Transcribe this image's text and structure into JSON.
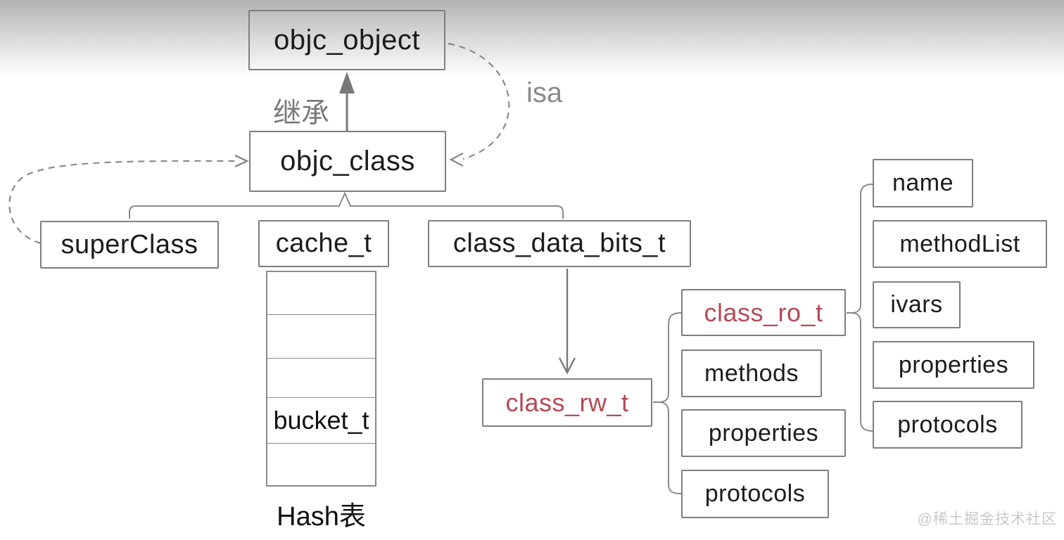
{
  "colors": {
    "accent": "#b34a56",
    "box-border": "#7e7e7e",
    "connector": "#8a8a8a",
    "arrow-solid": "#787878",
    "text": "#1c1c1c",
    "gray-label": "#7a7a7a",
    "watermark": "#c9c9c9",
    "bg-top": "#b3b3b3"
  },
  "nodes": {
    "objc_object": "objc_object",
    "objc_class": "objc_class",
    "superClass": "superClass",
    "cache_t": "cache_t",
    "class_data_bits_t": "class_data_bits_t",
    "bucket_t": "bucket_t",
    "class_rw_t": "class_rw_t",
    "class_ro_t": "class_ro_t",
    "methods": "methods",
    "properties_rw": "properties",
    "protocols_rw": "protocols",
    "name": "name",
    "methodList": "methodList",
    "ivars": "ivars",
    "properties_ro": "properties",
    "protocols_ro": "protocols"
  },
  "labels": {
    "inheritance": "继承",
    "isa": "isa",
    "hash_table": "Hash表"
  },
  "watermark": "@稀土掘金技术社区"
}
